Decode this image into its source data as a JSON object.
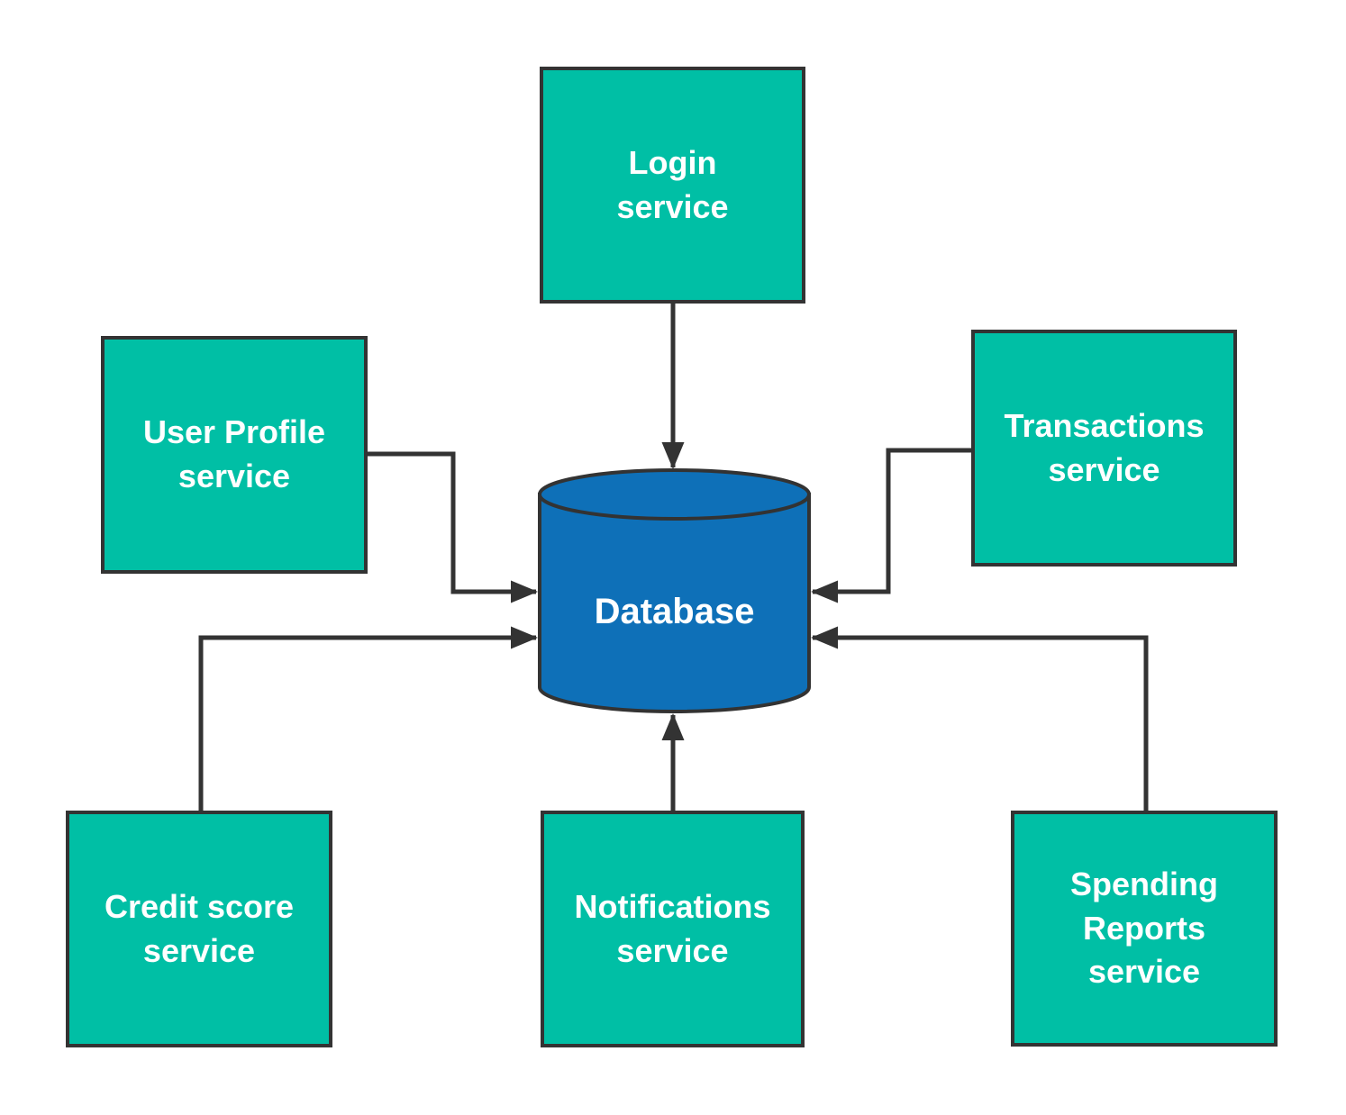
{
  "diagram": {
    "colors": {
      "service_fill": "#00BFA5",
      "database_fill": "#0E70B8",
      "stroke": "#333333",
      "label_color": "#ffffff",
      "background": "#ffffff"
    },
    "nodes": {
      "login": {
        "label": [
          "Login",
          "service"
        ],
        "shape": "rectangle"
      },
      "user_profile": {
        "label": [
          "User Profile",
          "service"
        ],
        "shape": "rectangle"
      },
      "transactions": {
        "label": [
          "Transactions",
          "service"
        ],
        "shape": "rectangle"
      },
      "credit_score": {
        "label": [
          "Credit score",
          "service"
        ],
        "shape": "rectangle"
      },
      "notifications": {
        "label": [
          "Notifications",
          "service"
        ],
        "shape": "rectangle"
      },
      "spending_reports": {
        "label": [
          "Spending",
          "Reports",
          "service"
        ],
        "shape": "rectangle"
      },
      "database": {
        "label": "Database",
        "shape": "cylinder"
      }
    },
    "edges": [
      {
        "from": "login",
        "to": "database",
        "arrow": "to"
      },
      {
        "from": "user_profile",
        "to": "database",
        "arrow": "to"
      },
      {
        "from": "credit_score",
        "to": "database",
        "arrow": "to"
      },
      {
        "from": "transactions",
        "to": "database",
        "arrow": "to"
      },
      {
        "from": "spending_reports",
        "to": "database",
        "arrow": "to"
      },
      {
        "from": "notifications",
        "to": "database",
        "arrow": "to"
      }
    ]
  }
}
